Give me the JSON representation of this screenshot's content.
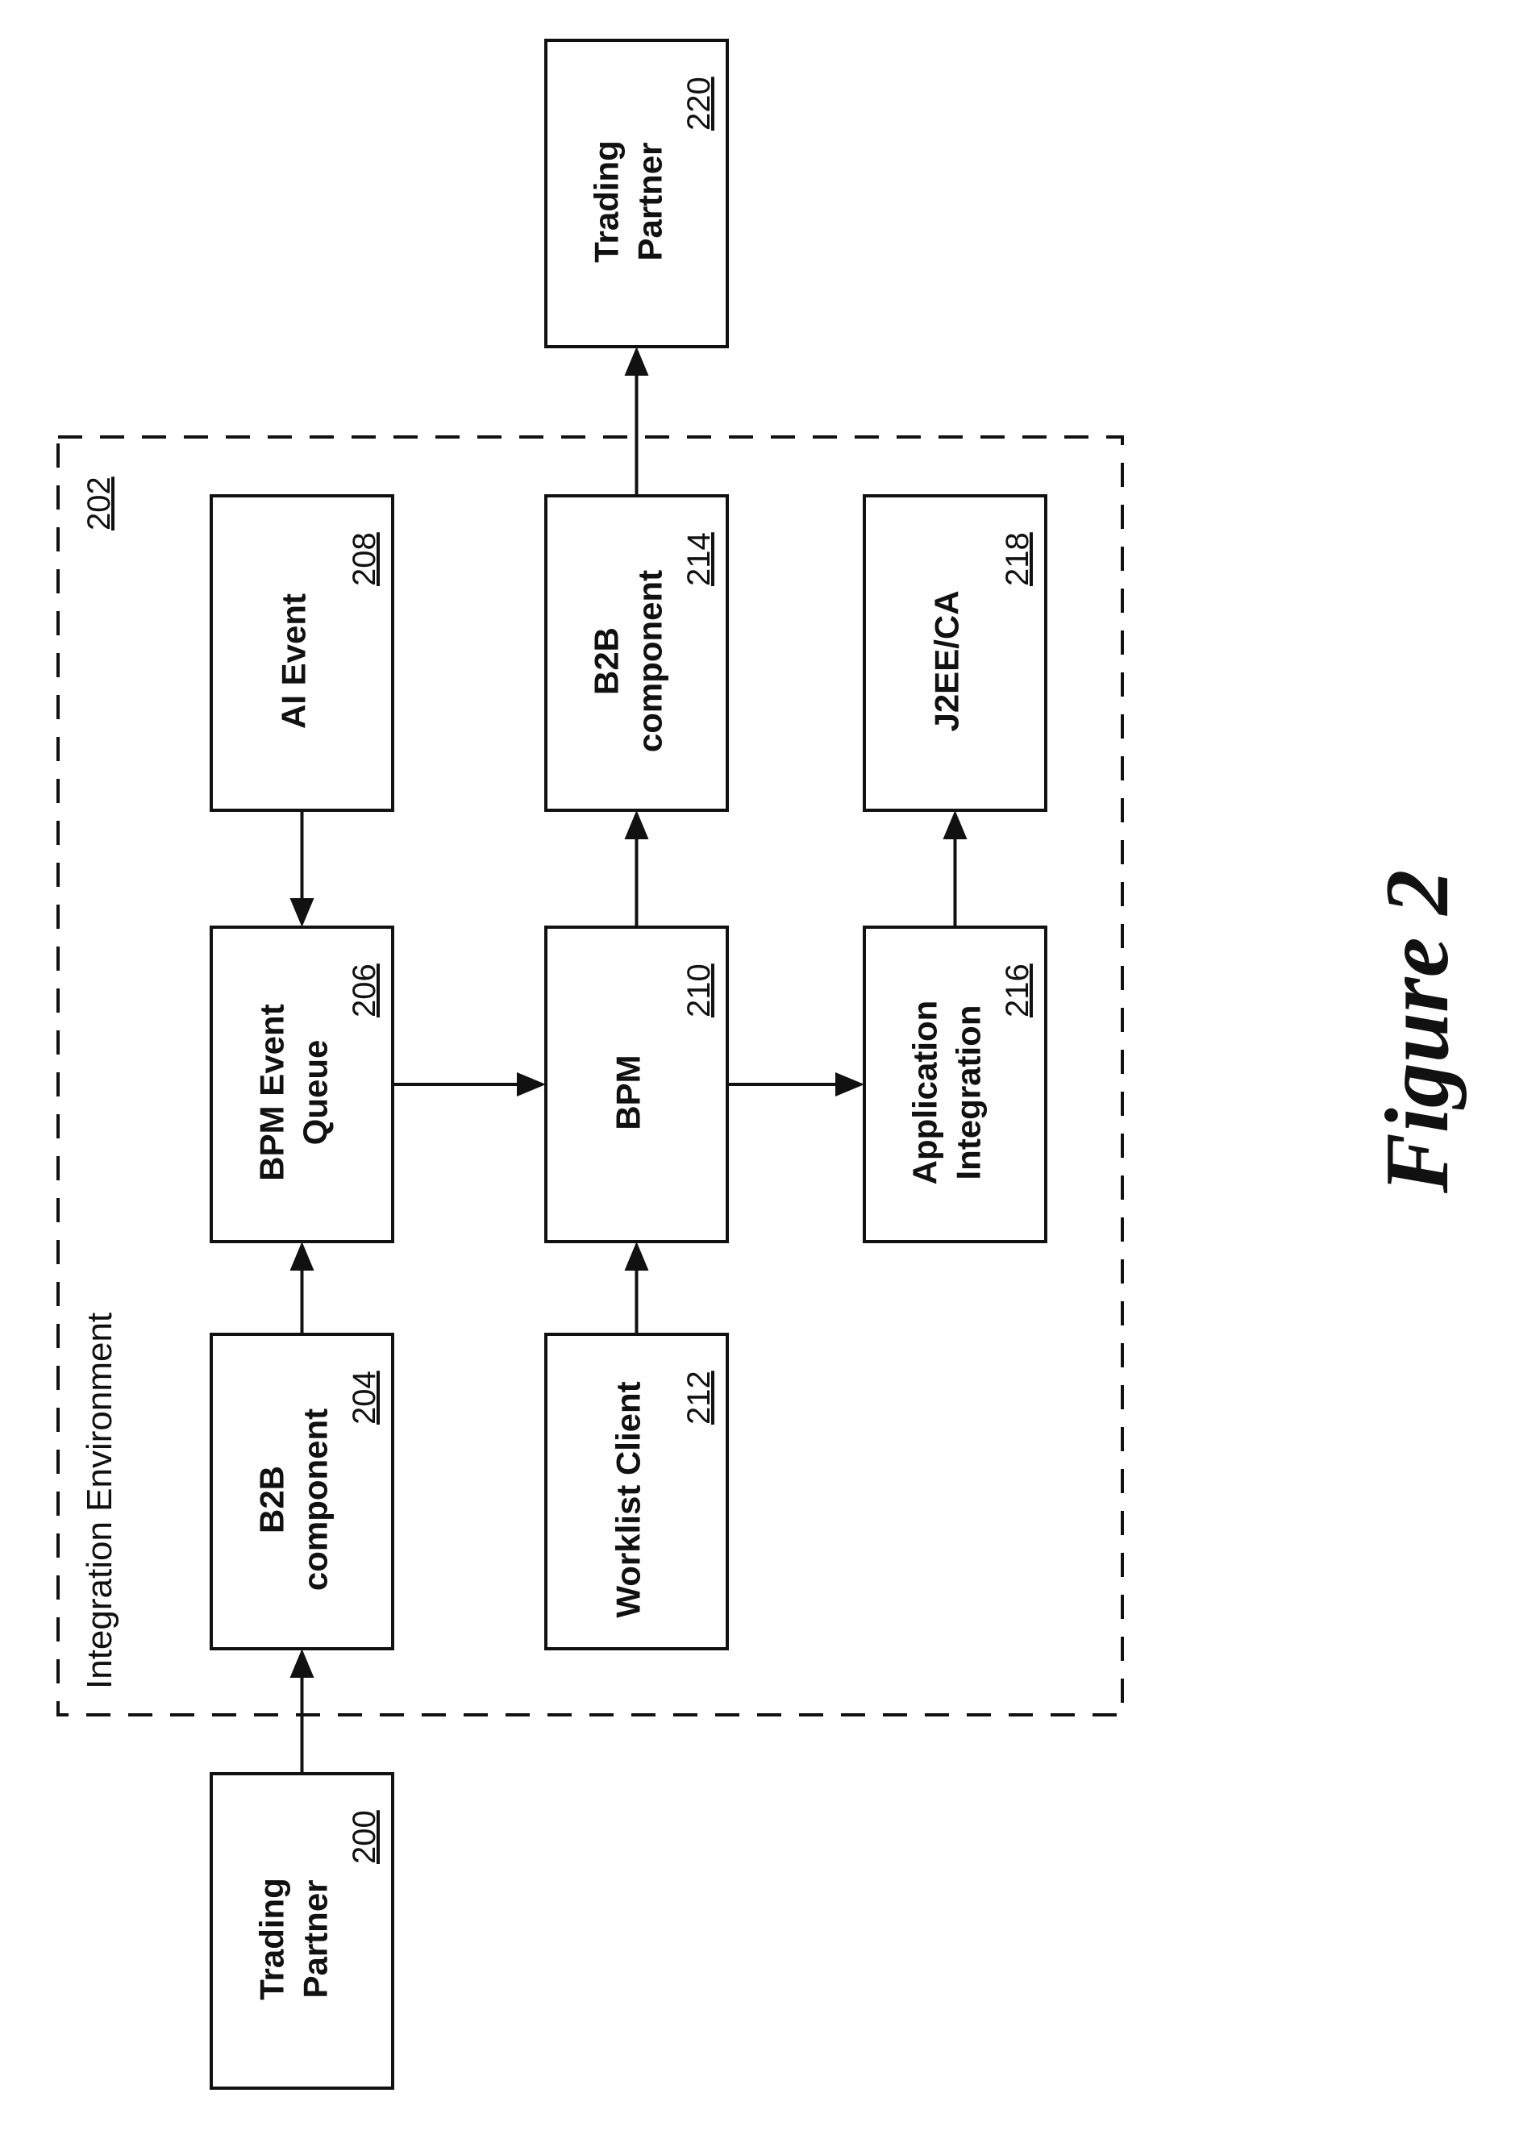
{
  "environment": {
    "label": "Integration Environment",
    "ref": "202"
  },
  "nodes": [
    {
      "id": "tp200",
      "lines": [
        "Trading",
        "Partner"
      ],
      "ref": "200"
    },
    {
      "id": "b2b204",
      "lines": [
        "B2B",
        "component"
      ],
      "ref": "204"
    },
    {
      "id": "bpmq206",
      "lines": [
        "BPM Event",
        "Queue"
      ],
      "ref": "206"
    },
    {
      "id": "ai208",
      "lines": [
        "AI Event"
      ],
      "ref": "208"
    },
    {
      "id": "wl212",
      "lines": [
        "Worklist Client"
      ],
      "ref": "212"
    },
    {
      "id": "bpm210",
      "lines": [
        "BPM"
      ],
      "ref": "210"
    },
    {
      "id": "b2b214",
      "lines": [
        "B2B",
        "component"
      ],
      "ref": "214"
    },
    {
      "id": "tp220",
      "lines": [
        "Trading",
        "Partner"
      ],
      "ref": "220"
    },
    {
      "id": "app216",
      "lines": [
        "Application",
        "Integration"
      ],
      "ref": "216"
    },
    {
      "id": "j2ee218",
      "lines": [
        "J2EE/CA"
      ],
      "ref": "218"
    }
  ],
  "edges": [
    {
      "from": "tp200",
      "to": "b2b204"
    },
    {
      "from": "b2b204",
      "to": "bpmq206"
    },
    {
      "from": "ai208",
      "to": "bpmq206"
    },
    {
      "from": "bpmq206",
      "to": "bpm210"
    },
    {
      "from": "wl212",
      "to": "bpm210"
    },
    {
      "from": "bpm210",
      "to": "b2b214"
    },
    {
      "from": "b2b214",
      "to": "tp220"
    },
    {
      "from": "bpm210",
      "to": "app216"
    },
    {
      "from": "app216",
      "to": "j2ee218"
    }
  ],
  "figure_caption": "Figure 2"
}
